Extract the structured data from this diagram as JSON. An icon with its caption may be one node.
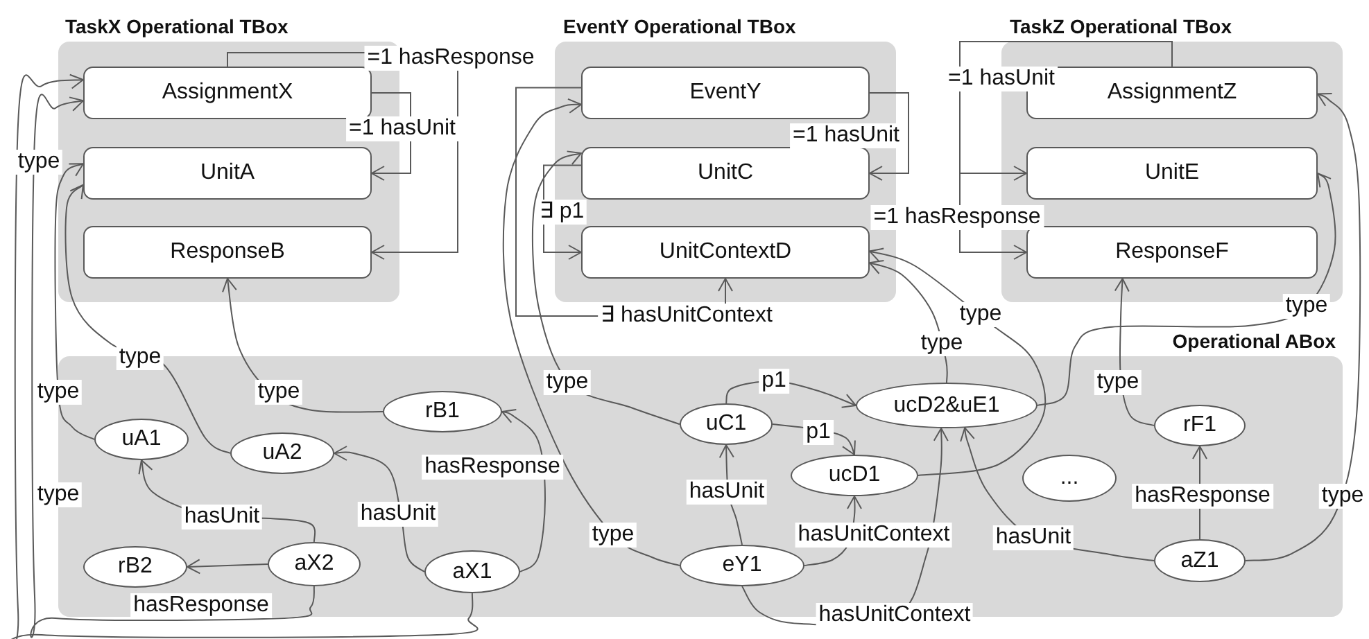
{
  "diagram": {
    "nodes": [
      {
        "text": [
          "TaskX Operational TBox"
        ]
      },
      {
        "text": [
          "AssignmentX"
        ],
        "in": 0
      },
      {
        "text": [
          "UnitA"
        ],
        "in": 0
      },
      {
        "text": [
          "ResponseB"
        ],
        "in": 0
      },
      {
        "text": [
          "EventY Operational TBox"
        ]
      },
      {
        "text": [
          "EventY"
        ],
        "in": 4
      },
      {
        "text": [
          "UnitC"
        ],
        "in": 4
      },
      {
        "text": [
          "UnitContextD"
        ],
        "in": 4
      },
      {
        "text": [
          "TaskZ Operational TBox"
        ]
      },
      {
        "text": [
          "AssignmentZ"
        ],
        "in": 8
      },
      {
        "text": [
          "UnitE"
        ],
        "in": 8
      },
      {
        "text": [
          "ResponseF"
        ],
        "in": 8
      },
      {
        "text": [
          "Operational ABox"
        ]
      },
      {
        "text": [
          "rB1"
        ],
        "in": 12
      },
      {
        "text": [
          "ucD2&uE1"
        ],
        "in": 12
      },
      {
        "text": [
          "uA1"
        ],
        "in": 12
      },
      {
        "text": [
          "uA2"
        ],
        "in": 12
      },
      {
        "text": [
          "uC1"
        ],
        "in": 12
      },
      {
        "text": [
          "rF1"
        ],
        "in": 12
      },
      {
        "text": [
          "ucD1"
        ],
        "in": 12
      },
      {
        "text": [
          "..."
        ],
        "in": 12
      },
      {
        "text": [
          "rB2"
        ],
        "in": 12
      },
      {
        "text": [
          "aX2"
        ],
        "in": 12
      },
      {
        "text": [
          "aX1"
        ],
        "in": 12
      },
      {
        "text": [
          "eY1"
        ],
        "in": 12
      },
      {
        "text": [
          "aZ1"
        ],
        "in": 12
      }
    ],
    "edges": [
      {
        "from": 1,
        "to": 3,
        "arrow": "to",
        "label": "=1 hasResponse"
      },
      {
        "from": 1,
        "to": 2,
        "arrow": "to",
        "label": "=1 hasUnit"
      },
      {
        "from": 5,
        "to": 7,
        "arrow": "to",
        "label": "∃ hasUnitContext"
      },
      {
        "from": 6,
        "to": 7,
        "arrow": "to",
        "label": "∃ p1"
      },
      {
        "from": 5,
        "to": 6,
        "arrow": "to",
        "label": "=1 hasUnit"
      },
      {
        "from": 9,
        "to": 10,
        "arrow": "to",
        "label": "=1 hasUnit"
      },
      {
        "from": 9,
        "to": 11,
        "arrow": "to",
        "label": "=1 hasResponse"
      },
      {
        "from": 23,
        "to": 1,
        "arrow": "to",
        "label": "type"
      },
      {
        "from": 22,
        "to": 1,
        "arrow": "to",
        "label": "type"
      },
      {
        "from": 15,
        "to": 2,
        "arrow": "to",
        "label": "type"
      },
      {
        "from": 16,
        "to": 2,
        "arrow": "to",
        "label": "type"
      },
      {
        "from": 13,
        "to": 3,
        "arrow": "to",
        "label": "type"
      },
      {
        "from": 22,
        "to": 15,
        "arrow": "to",
        "label": "hasUnit"
      },
      {
        "from": 22,
        "to": 21,
        "arrow": "to",
        "label": "hasResponse"
      },
      {
        "from": 23,
        "to": 16,
        "arrow": "to",
        "label": "hasUnit"
      },
      {
        "from": 23,
        "to": 13,
        "arrow": "to",
        "label": "hasResponse"
      },
      {
        "from": 24,
        "to": 5,
        "arrow": "to",
        "label": "type"
      },
      {
        "from": 17,
        "to": 6,
        "arrow": "to",
        "label": "type"
      },
      {
        "from": 17,
        "to": 14,
        "arrow": "to",
        "label": "p1"
      },
      {
        "from": 17,
        "to": 19,
        "arrow": "to",
        "label": "p1"
      },
      {
        "from": 24,
        "to": 17,
        "arrow": "to",
        "label": "hasUnit"
      },
      {
        "from": 24,
        "to": 19,
        "arrow": "to",
        "label": "hasUnitContext"
      },
      {
        "from": 24,
        "to": 14,
        "arrow": "to",
        "label": "hasUnitContext"
      },
      {
        "from": 25,
        "to": 14,
        "arrow": "to",
        "label": "hasUnit"
      },
      {
        "from": 14,
        "to": 7,
        "arrow": "to",
        "label": "type"
      },
      {
        "from": 19,
        "to": 7,
        "arrow": "to",
        "label": "type"
      },
      {
        "from": 14,
        "to": 10,
        "arrow": "to",
        "label": "type"
      },
      {
        "from": 18,
        "to": 11,
        "arrow": "to",
        "label": "type"
      },
      {
        "from": 25,
        "to": 18,
        "arrow": "to",
        "label": "hasResponse"
      },
      {
        "from": 25,
        "to": 9,
        "arrow": "to",
        "label": "type"
      }
    ]
  }
}
